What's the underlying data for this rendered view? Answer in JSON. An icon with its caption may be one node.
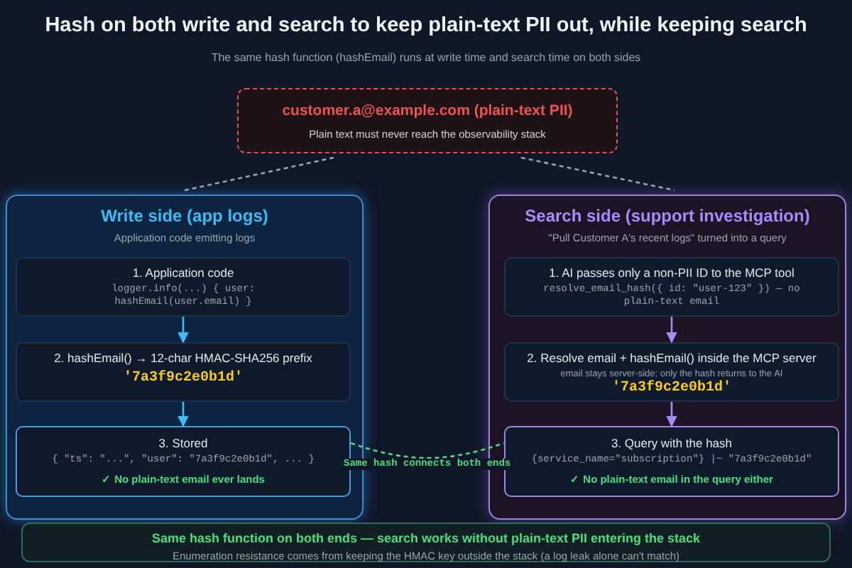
{
  "diagram": {
    "title": "Hash on both write and search to keep plain-text PII out, while keeping search",
    "caption": "The same hash function (hashEmail) runs at write time and search time on both sides",
    "nodes": [
      {
        "text": [
          "customer.a@example.com (plain-text PII)",
          "Plain text must never reach the observability stack"
        ]
      },
      {
        "text": [
          "Write side (app logs)",
          "Application code emitting logs"
        ]
      },
      {
        "text": [
          "1. Application code",
          "logger.info(...) { user: hashEmail(user.email) }"
        ],
        "in": 1
      },
      {
        "text": [
          "2. hashEmail() → 12-char HMAC-SHA256 prefix",
          "'7a3f9c2e0b1d'"
        ],
        "in": 1
      },
      {
        "text": [
          "3. Stored",
          "{ \"ts\": \"...\", \"user\": \"7a3f9c2e0b1d\", ... }",
          "✓ No plain-text email ever lands"
        ],
        "in": 1
      },
      {
        "text": [
          "Search side (support investigation)",
          "\"Pull Customer A's recent logs\" turned into a query"
        ]
      },
      {
        "text": [
          "1. AI passes only a non-PII ID to the MCP tool",
          "resolve_email_hash({ id: \"user-123\" }) — no plain-text email"
        ],
        "in": 5
      },
      {
        "text": [
          "2. Resolve email + hashEmail() inside the MCP server",
          "email stays server-side; only the hash returns to the AI",
          "'7a3f9c2e0b1d'"
        ],
        "in": 5
      },
      {
        "text": [
          "3. Query with the hash",
          "{service_name=\"subscription\"} |~ \"7a3f9c2e0b1d\"",
          "✓ No plain-text email in the query either"
        ],
        "in": 5
      },
      {
        "text": [
          "Same hash function on both ends — search works without plain-text PII entering the stack",
          "Enumeration resistance comes from keeping the HMAC key outside the stack (a log leak alone can't match)"
        ]
      }
    ],
    "edges": [
      {
        "from": 0,
        "to": 1,
        "arrow": "none",
        "style": "dashed",
        "color": "#9ca3af"
      },
      {
        "from": 0,
        "to": 5,
        "arrow": "none",
        "style": "dashed",
        "color": "#9ca3af"
      },
      {
        "from": 2,
        "to": 3,
        "arrow": "to",
        "color": "#38bdf8"
      },
      {
        "from": 3,
        "to": 4,
        "arrow": "to",
        "color": "#38bdf8"
      },
      {
        "from": 6,
        "to": 7,
        "arrow": "to",
        "color": "#a78bfa"
      },
      {
        "from": 7,
        "to": 8,
        "arrow": "to",
        "color": "#a78bfa"
      },
      {
        "from": 4,
        "to": 8,
        "arrow": "none",
        "style": "dashed",
        "color": "#4ade80",
        "label": "Same hash connects both ends"
      }
    ]
  }
}
